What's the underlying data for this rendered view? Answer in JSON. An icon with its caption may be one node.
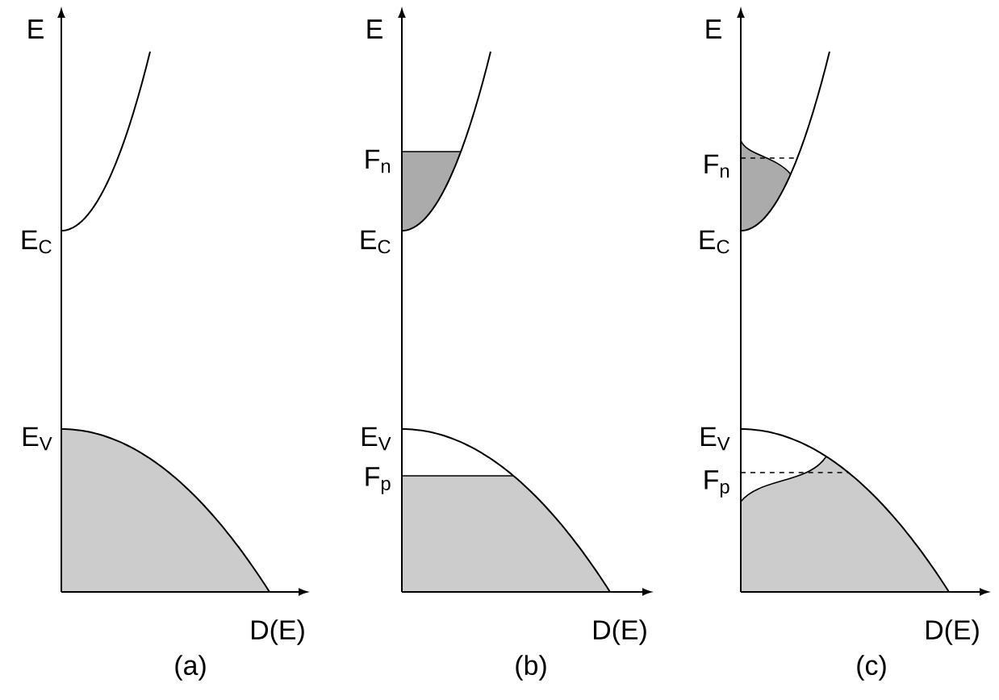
{
  "diagram": {
    "labels": [
      "E",
      "E$_{C}$",
      "E$_{V}$",
      "D(E)",
      "(a)",
      "E",
      "F$_{n}$",
      "E$_{C}$",
      "E$_{V}$",
      "F$_{p}$",
      "D(E)",
      "(b)",
      "E",
      "F$_{n}$",
      "E$_{C}$",
      "E$_{V}$",
      "F$_{p}$",
      "D(E)",
      "(c)"
    ]
  }
}
